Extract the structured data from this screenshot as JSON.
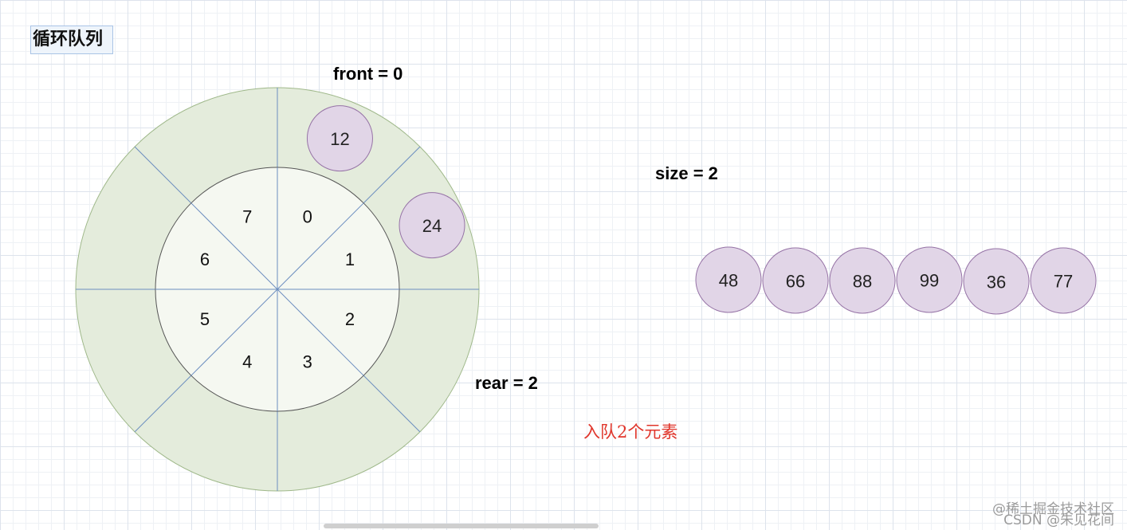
{
  "title": "循环队列",
  "front_label": "front = 0",
  "rear_label": "rear = 2",
  "size_label": "size = 2",
  "note": "入队2个元素",
  "slot_indices": [
    "0",
    "1",
    "2",
    "3",
    "4",
    "5",
    "6",
    "7"
  ],
  "queued_elements": [
    "12",
    "24"
  ],
  "pending_elements": [
    "48",
    "66",
    "88",
    "99",
    "36",
    "77"
  ],
  "watermark": {
    "line1": "@稀土掘金技术社区",
    "line2": "CSDN @朱见花间"
  },
  "colors": {
    "outer_ring": "#e4ecdc",
    "inner_circle": "#f5f8f1",
    "divider_line": "#6c8ebf",
    "element_fill": "#e1d5e7",
    "element_stroke": "#9673a6",
    "note_text": "#e0352b"
  }
}
